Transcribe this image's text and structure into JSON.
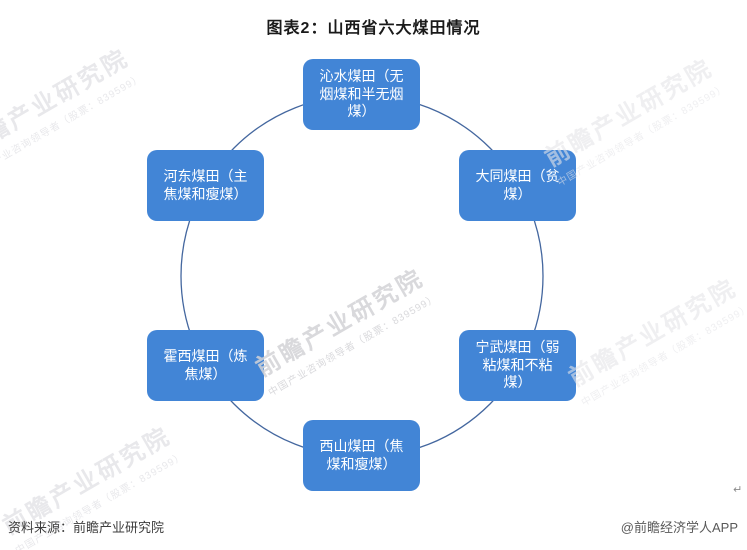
{
  "title": "图表2：山西省六大煤田情况",
  "diagram": {
    "type": "cycle",
    "node_color": "#4285d6",
    "node_text_color": "#ffffff",
    "circle_color": "#44679f",
    "nodes": [
      {
        "position": "top",
        "label": "沁水煤田（无烟煤和半无烟煤）"
      },
      {
        "position": "top-right",
        "label": "大同煤田（贫煤）"
      },
      {
        "position": "bottom-right",
        "label": "宁武煤田（弱粘煤和不粘煤）"
      },
      {
        "position": "bottom",
        "label": "西山煤田（焦煤和瘦煤）"
      },
      {
        "position": "bottom-left",
        "label": "霍西煤田（炼焦煤）"
      },
      {
        "position": "top-left",
        "label": "河东煤田（主焦煤和瘦煤）"
      }
    ]
  },
  "watermark": {
    "text": "前瞻产业研究院",
    "subtext": "中国产业咨询领导者（股票：839599）"
  },
  "footer": {
    "source": "资料来源：前瞻产业研究院",
    "credit": "@前瞻经济学人APP"
  },
  "artifacts": {
    "return_mark": "↵"
  }
}
